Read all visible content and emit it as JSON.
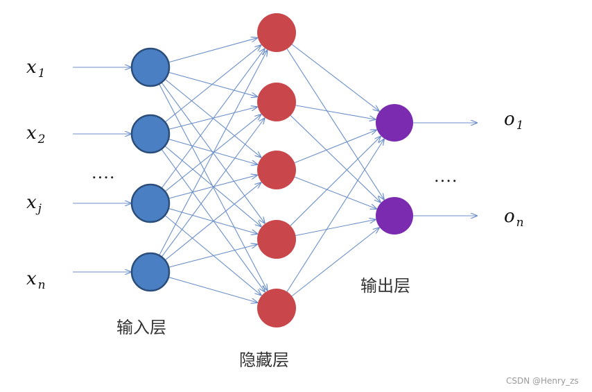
{
  "inputs": [
    {
      "base": "x",
      "sub": "1"
    },
    {
      "base": "x",
      "sub": "2"
    },
    {
      "base": "x",
      "sub": "j"
    },
    {
      "base": "x",
      "sub": "n"
    }
  ],
  "input_ellipsis": "....",
  "outputs": [
    {
      "base": "o",
      "sub": "1"
    },
    {
      "base": "o",
      "sub": "n"
    }
  ],
  "output_ellipsis": "....",
  "labels": {
    "input_layer": "输入层",
    "hidden_layer": "隐藏层",
    "output_layer": "输出层"
  },
  "watermark": "CSDN @Henry_zs",
  "colors": {
    "input_node": "#4a7fc4",
    "input_stroke": "#2b4d7a",
    "hidden_node": "#c9464b",
    "output_node": "#7a2bb0",
    "edge": "#6b8fca"
  }
}
